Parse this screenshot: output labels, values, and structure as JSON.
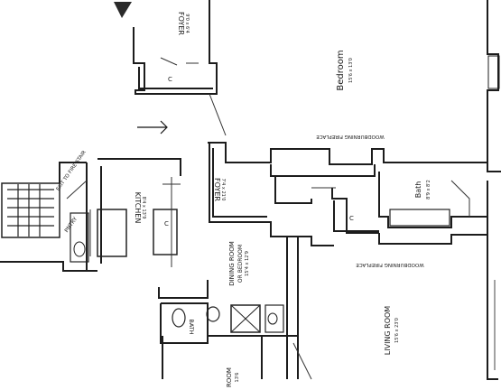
{
  "rooms": {
    "foyer_top": {
      "name": "FOYER",
      "dims": "9'0 x 6'4"
    },
    "bedroom": {
      "name": "Bedroom",
      "dims": "15'6 x 13'0"
    },
    "foyer_main": {
      "name": "FOYER",
      "dims": "7'4 x 21'0"
    },
    "kitchen": {
      "name": "KITCHEN",
      "dims": "8'4 x 13'9"
    },
    "bath_right": {
      "name": "Bath",
      "dims": "8'9 x 8'2"
    },
    "dining": {
      "name": "DINING ROOM",
      "sub": "OR BEDROOM",
      "dims": "15'4 x 12'9"
    },
    "living": {
      "name": "LIVING ROOM",
      "dims": "15'6 x 23'0"
    },
    "bath_small": {
      "name": "BATH"
    },
    "bottom_room": {
      "name": "ROOM",
      "dims": "13'6"
    },
    "pantry": {
      "name": "PNTRY"
    }
  },
  "annotations": {
    "fireplace_top": "WOODBURNING FIREPLACE",
    "fireplace_bottom": "WOODBURNING FIREPLACE",
    "fire_exit": "EXIT TO FIRE STAIR",
    "closet_mark": "C"
  },
  "colors": {
    "ink": "#1c1c1c",
    "paper": "#ffffff"
  }
}
